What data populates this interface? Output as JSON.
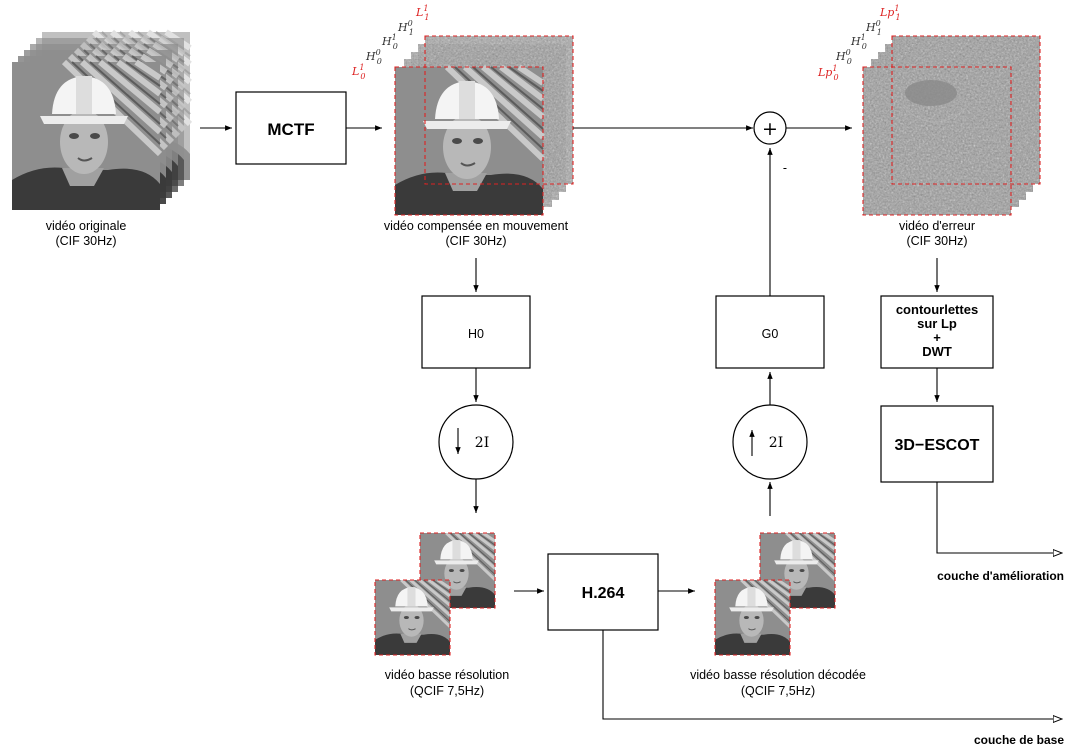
{
  "blocks": {
    "mctf": "MCTF",
    "h0": "H0",
    "g0": "G0",
    "h264": "H.264",
    "contourlettes": [
      "contourlettes",
      "sur Lp",
      "+",
      "DWT"
    ],
    "escot": "3D−ESCOT"
  },
  "operators": {
    "downsample": "2I",
    "upsample": "2I",
    "sum": "+",
    "minus": "-"
  },
  "captions": {
    "original": [
      "vidéo originale",
      "(CIF 30Hz)"
    ],
    "compensated": [
      "vidéo compensée en mouvement",
      "(CIF 30Hz)"
    ],
    "error": [
      "vidéo d'erreur",
      "(CIF 30Hz)"
    ],
    "low_res": [
      "vidéo basse résolution",
      "(QCIF 7,5Hz)"
    ],
    "low_res_decoded": [
      "vidéo basse résolution décodée",
      "(QCIF 7,5Hz)"
    ]
  },
  "outputs": {
    "enhancement": "couche d'amélioration",
    "base": "couche de base"
  },
  "frame_labels": {
    "compensated": [
      {
        "base": "L",
        "sup": "1",
        "sub": "1",
        "color": "#dd2222"
      },
      {
        "base": "H",
        "sup": "0",
        "sub": "1",
        "color": "#333333"
      },
      {
        "base": "H",
        "sup": "1",
        "sub": "0",
        "color": "#333333"
      },
      {
        "base": "H",
        "sup": "0",
        "sub": "0",
        "color": "#333333"
      },
      {
        "base": "L",
        "sup": "1",
        "sub": "0",
        "color": "#dd2222"
      }
    ],
    "error": [
      {
        "base": "Lp",
        "sup": "1",
        "sub": "1",
        "color": "#dd2222"
      },
      {
        "base": "H",
        "sup": "0",
        "sub": "1",
        "color": "#333333"
      },
      {
        "base": "H",
        "sup": "1",
        "sub": "0",
        "color": "#333333"
      },
      {
        "base": "H",
        "sup": "0",
        "sub": "0",
        "color": "#333333"
      },
      {
        "base": "Lp",
        "sup": "1",
        "sub": "0",
        "color": "#dd2222"
      }
    ]
  },
  "colors": {
    "dashed_frame": "#dd2222",
    "stroke": "#000000"
  }
}
